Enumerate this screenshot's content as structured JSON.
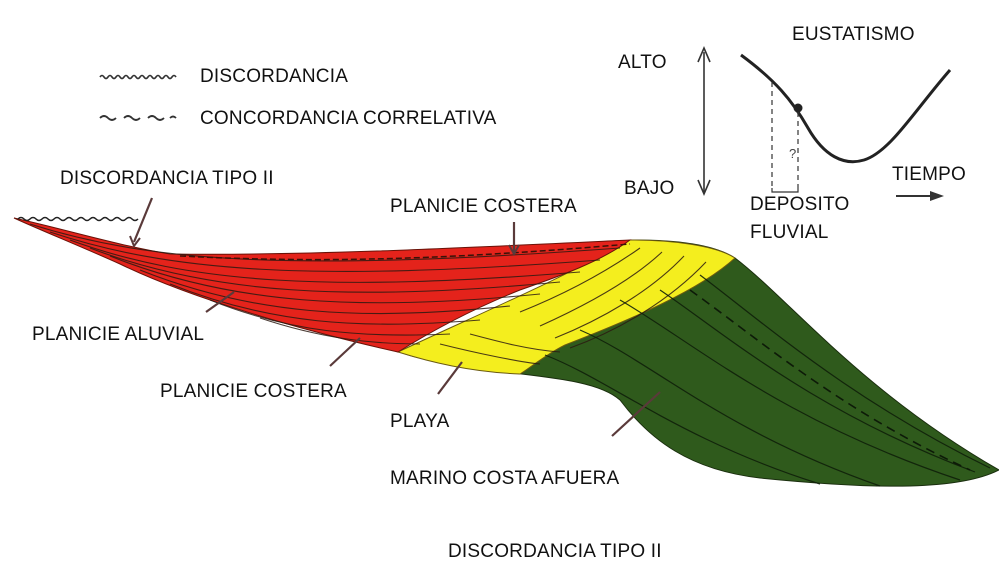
{
  "legend": {
    "discordancia": "DISCORDANCIA",
    "concordancia": "CONCORDANCIA CORRELATIVA"
  },
  "eustasy_inset": {
    "title": "EUSTATISMO",
    "high": "ALTO",
    "low": "BAJO",
    "time": "TIEMPO",
    "deposit_line1": "DEPOSITO",
    "deposit_line2": "FLUVIAL",
    "question_mark": "?"
  },
  "labels": {
    "discordancia_tipo_ii_top": "DISCORDANCIA TIPO II",
    "planicie_costera_top": "PLANICIE COSTERA",
    "planicie_aluvial": "PLANICIE ALUVIAL",
    "planicie_costera_bottom": "PLANICIE COSTERA",
    "playa": "PLAYA",
    "marino_costa_afuera": "MARINO COSTA AFUERA",
    "discordancia_tipo_ii_bottom": "DISCORDANCIA TIPO II"
  },
  "colors": {
    "fluvial_red": "#e4231b",
    "beach_yellow": "#f4ee1e",
    "marine_green": "#2f5a1c",
    "text": "#111111"
  }
}
